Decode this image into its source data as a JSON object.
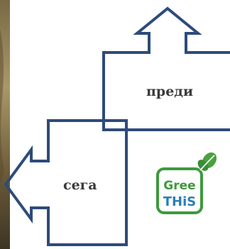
{
  "labels": {
    "before": "преди",
    "now": "сега"
  },
  "logo": {
    "line1": "Gree",
    "line2": "THiS"
  },
  "colors": {
    "outline": "#2e4b7a",
    "logo_green": "#3d9a3c",
    "logo_blue": "#2b7fb6",
    "logo_leaf": "#4aa03f"
  }
}
